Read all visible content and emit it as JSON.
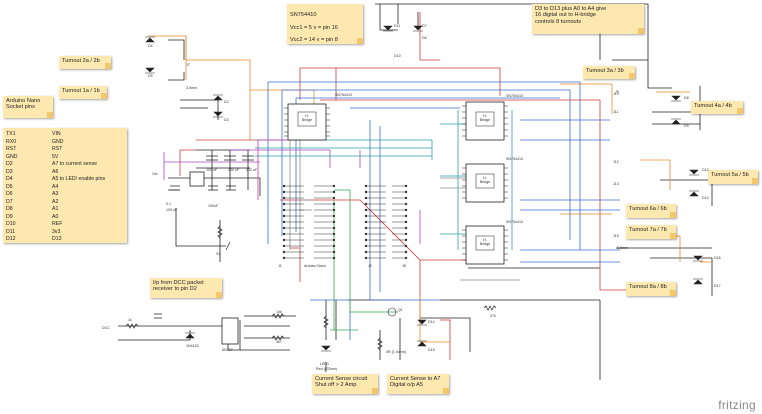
{
  "notes": {
    "sn_title": "SN754410",
    "sn_vcc1": "Vcc1 = 5 v = pin 16",
    "sn_vcc2": "Vcc2 = 14 v = pin 8",
    "digital_info": "D3 to D13 plus A0 to A4 give\n16 digital out to H-bridge\ncontrols 8 turnouts",
    "t2": "Turnout 2a / 2b",
    "t1": "Turnout 1a / 1b",
    "t3": "Turnout 3a / 3b",
    "t4": "Turnout 4a / 4b",
    "t5": "Turnout 5a / 5b",
    "t6": "Turnout 6a / 6b",
    "t7": "Turnout 7a / 7b",
    "t8": "Turnout 8a / 8b",
    "arduino_title": "Arduino  Nano\nSocket pins",
    "dcc": "I/p from DCC packet\nreceiver to pin D2",
    "current_shutoff": "Current Sense circuit\nShut off  > 2 Amp",
    "current_a7": "Current Sense to A7\nDigital o/p A5"
  },
  "pins_left": [
    "TX1",
    "RX0",
    "RST",
    "GND",
    "D2",
    "D3",
    "D4",
    "D5",
    "D6",
    "D7",
    "D8",
    "D9",
    "D10",
    "D11",
    "D12"
  ],
  "pins_right": [
    "VIN",
    "GND",
    "RST",
    "5V",
    "A7 to current sense",
    "A6",
    "A5 to LED/ enable pins",
    "A4",
    "A3",
    "A2",
    "A1",
    "A0",
    "REF",
    "3v3",
    "D13"
  ],
  "chips": {
    "c1": "SN754410",
    "c2": "SN754410",
    "c3": "SN754410",
    "c4": "SN754410",
    "inner": "H-\nBridge"
  },
  "labels": {
    "j7": "J7",
    "j1": "J1",
    "j2": "J2",
    "j8": "J8",
    "j9": "J9",
    "j10": "J10",
    "j11": "J11",
    "j12": "J12",
    "j13": "J13",
    "j15": "J15",
    "d4": "D4",
    "d5": "D5",
    "d2": "D2",
    "d3": "D3",
    "d6": "D6",
    "d7": "D7",
    "d8": "D8",
    "d9": "D9",
    "d10": "D10",
    "d11": "D11",
    "d12": "D12",
    "d13": "D13",
    "d14": "D14",
    "d15": "D15",
    "d16": "D16",
    "d17": "D17",
    "mm1": "3.5mm",
    "mm2": "3.5mm",
    "arduino": "Arduino Nano",
    "v14": "14v",
    "c_100nf1": "100 nF",
    "c_100nf2": "100 nF",
    "c_100nf3": "100 nF",
    "c_01": "0.1",
    "c_100uf": "100 uF",
    "c_100uf2": "100uF",
    "s1": "S1",
    "dcc_in": "DCC",
    "r1k": "1k",
    "r10k": "10k",
    "r4k7": "4k7",
    "optocoupler": "6N137",
    "diode": "1N4152",
    "led1": "LED1",
    "led_red": "Red (633nm)",
    "r_shunt": "0R (1.0ohm)",
    "r_27k": "27k",
    "q1": "Q1"
  },
  "watermark": "fritzing"
}
